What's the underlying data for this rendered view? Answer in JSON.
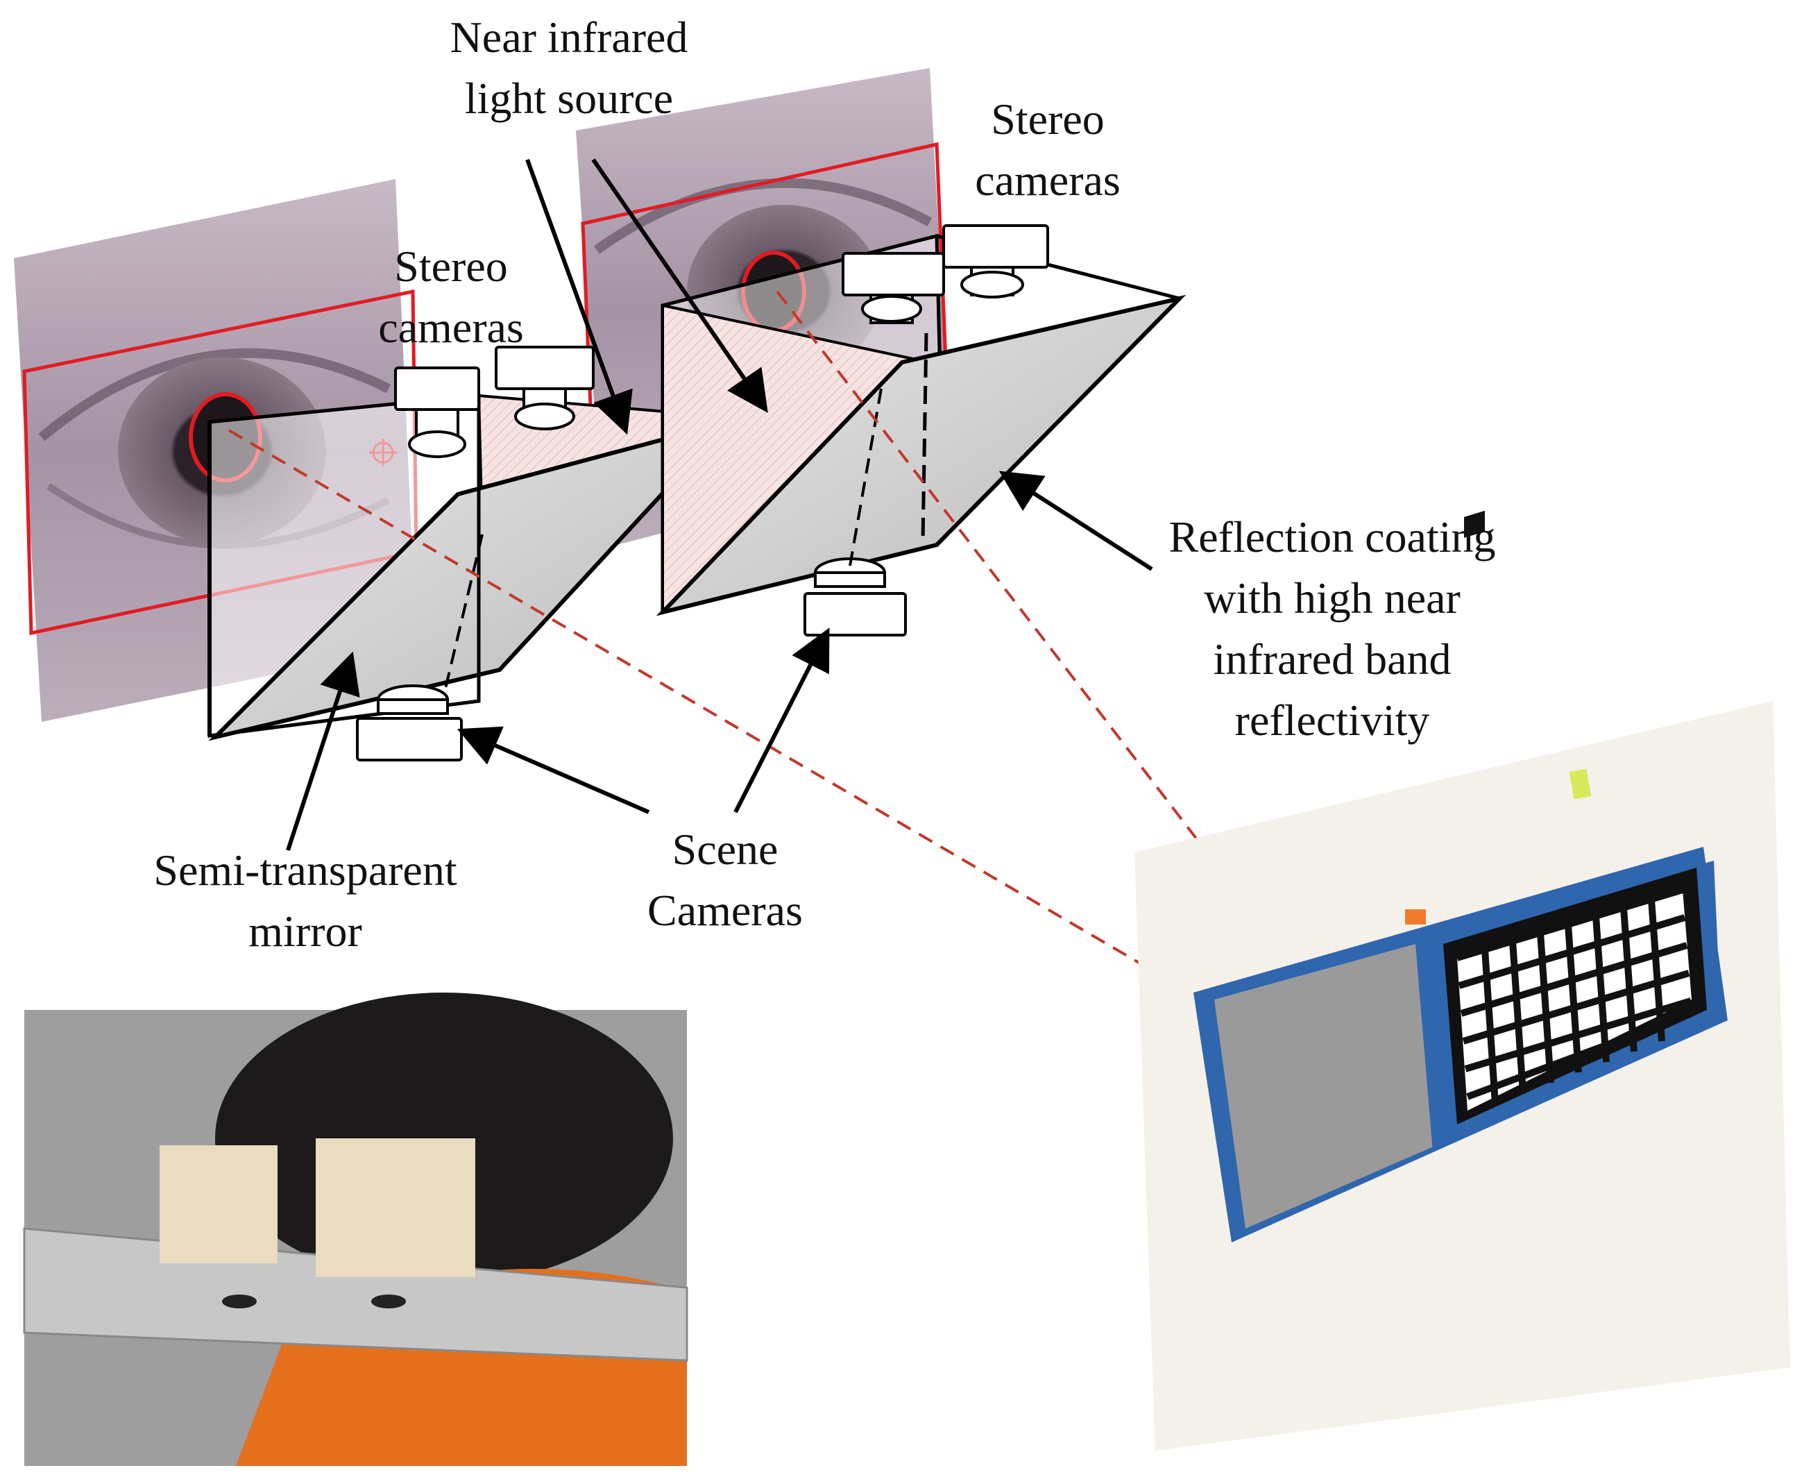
{
  "labels": {
    "nir_source": [
      "Near infrared",
      "light source"
    ],
    "stereo_left": [
      "Stereo",
      "cameras"
    ],
    "stereo_right": [
      "Stereo",
      "cameras"
    ],
    "reflection_coating": [
      "Reflection coating",
      "with high near",
      "infrared band",
      "reflectivity"
    ],
    "semi_mirror": [
      "Semi-transparent",
      "mirror"
    ],
    "scene_cameras": [
      "Scene",
      "Cameras"
    ]
  },
  "colors": {
    "frame_red": "#e21b23",
    "gaze_line": "#c0392b",
    "mirror_pink": "#f3dede",
    "mirror_grey": "#cfcfcf",
    "board_blue": "#3d6fb0",
    "eye_skin": "#b9a7b6"
  },
  "icons": {
    "crosshair": "target-crosshair-icon",
    "camera": "camera-block-icon",
    "arrow": "arrow-pointer-icon"
  }
}
